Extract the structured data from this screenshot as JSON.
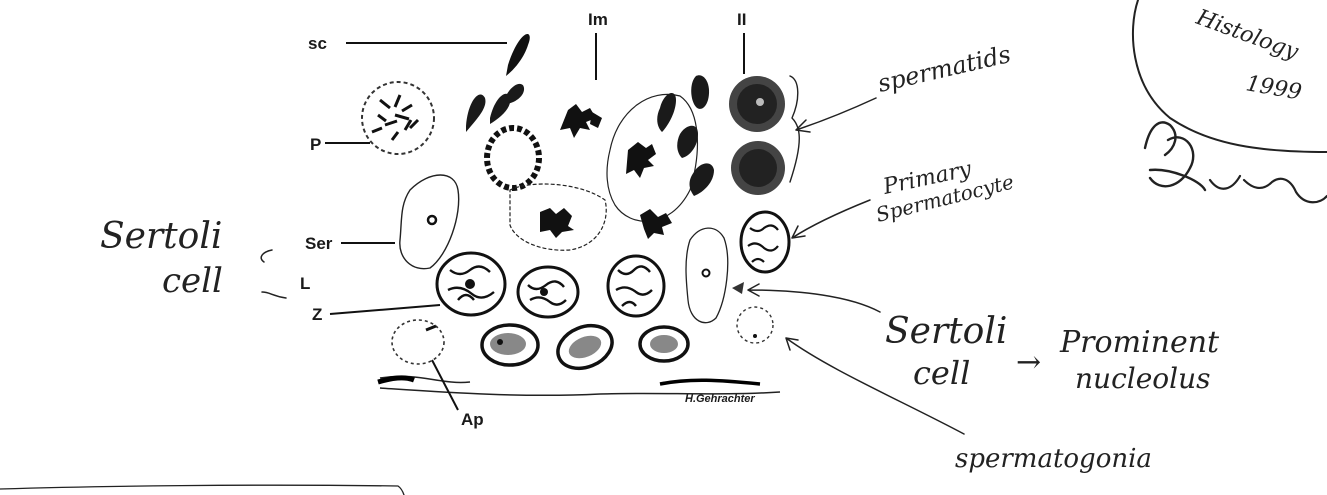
{
  "printed_labels": {
    "sc": "sc",
    "im": "Im",
    "ii": "II",
    "p": "P",
    "ser": "Ser",
    "l": "L",
    "z": "Z",
    "ap": "Ap",
    "signature": "H.Gehrachter"
  },
  "handwritten": {
    "sertoli_cell_left_line1": "Sertoli",
    "sertoli_cell_left_line2": "cell",
    "spermatids": "spermatids",
    "primary_line1": "Primary",
    "primary_line2": "Spermatocyte",
    "sertoli_cell_right_line1": "Sertoli",
    "sertoli_cell_right_line2": "cell",
    "arrow_symbol": "→",
    "prominent_line1": "Prominent",
    "prominent_line2": "nucleolus",
    "spermatogonia": "spermatogonia",
    "stamp_word": "Histology",
    "stamp_year": "1999"
  },
  "signature_logo": "Busta"
}
